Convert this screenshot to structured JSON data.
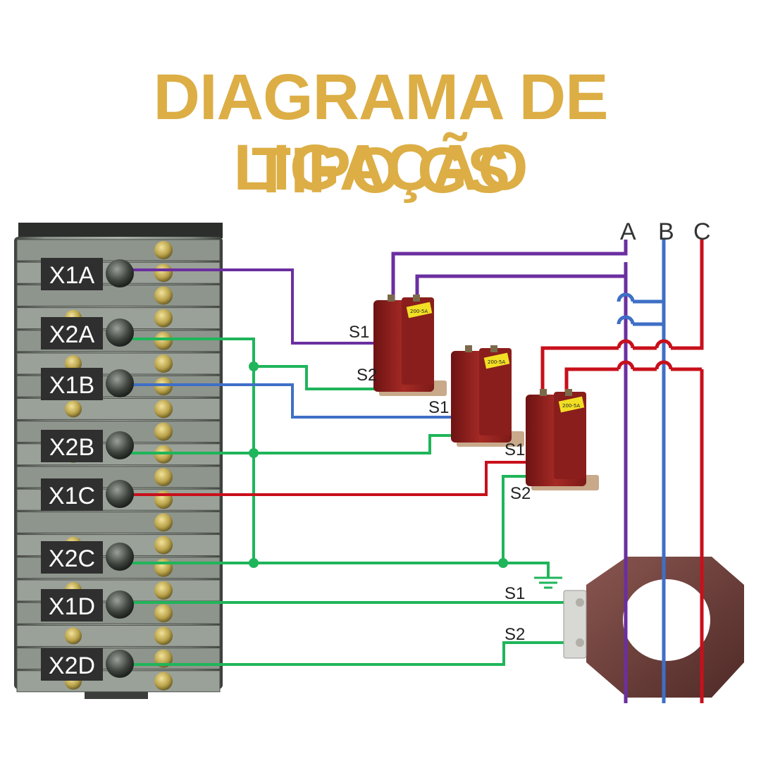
{
  "title": {
    "line1": "DIAGRAMA DE LIGAÇÃO",
    "line2": "TIPO GS"
  },
  "phases": [
    "A",
    "B",
    "C"
  ],
  "terminals": [
    "X1A",
    "X2A",
    "X1B",
    "X2B",
    "X1C",
    "X2C",
    "X1D",
    "X2D"
  ],
  "ct_labels": {
    "s1": "S1",
    "s2": "S2"
  },
  "ct_plate_text": "200-5A",
  "colors": {
    "title": "#dcae45",
    "phase_a": "#6b2fa0",
    "phase_b": "#3f6fc6",
    "phase_c": "#c8101b",
    "secondary": "#1fb55a",
    "ct_body": "#8f1f1f",
    "ring_ct": "#6b3a36"
  }
}
